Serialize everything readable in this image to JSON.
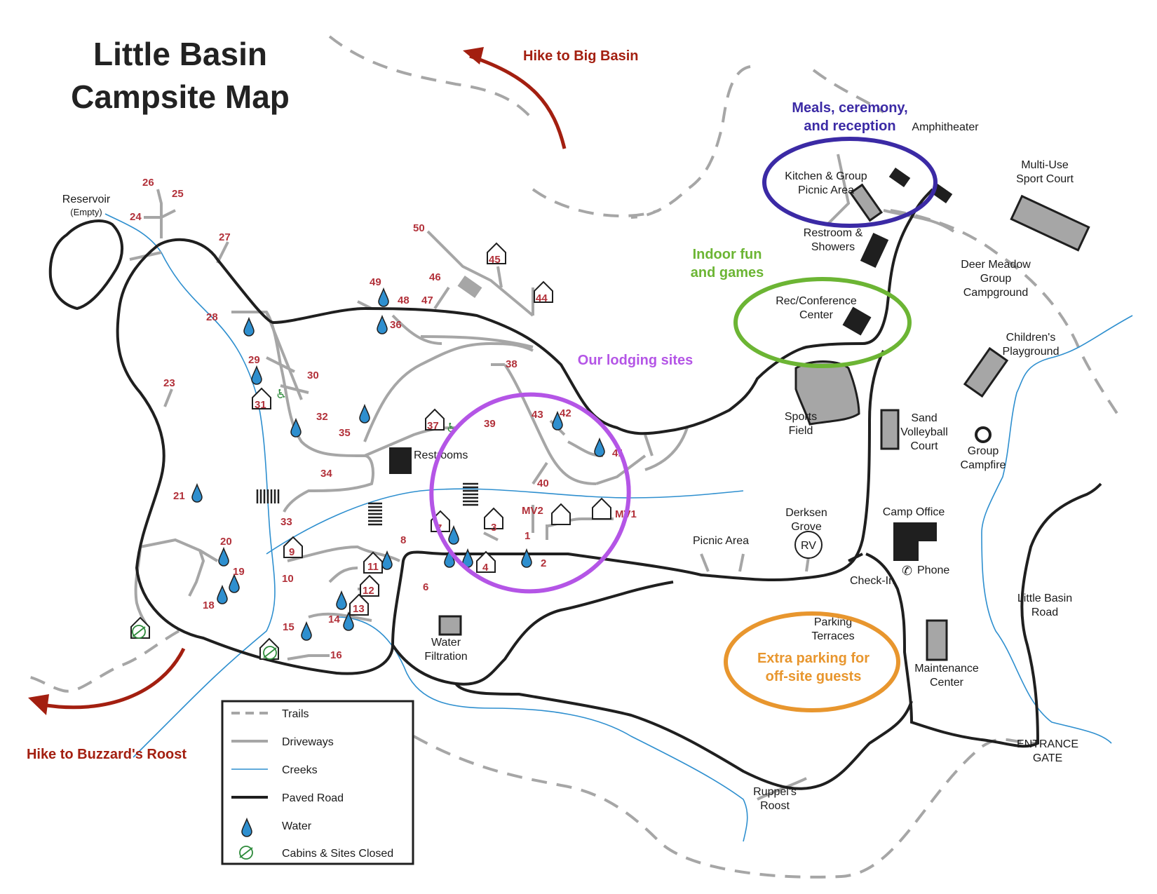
{
  "title": [
    "Little Basin",
    "Campsite Map"
  ],
  "hikes": {
    "big_basin": "Hike to Big Basin",
    "buzzards_roost": "Hike to Buzzard's Roost"
  },
  "annotations": {
    "meals": [
      "Meals, ceremony,",
      "and reception"
    ],
    "indoor": [
      "Indoor fun",
      "and games"
    ],
    "lodging": "Our lodging sites",
    "parking": [
      "Extra parking for",
      "off-site guests"
    ]
  },
  "annotation_colors": {
    "meals": "#3b2aa5",
    "indoor": "#6cb534",
    "lodging": "#b455e6",
    "parking": "#e8962e"
  },
  "places": {
    "reservoir": "Reservoir",
    "reservoir_note": "(Empty)",
    "amphitheater": "Amphitheater",
    "kitchen": [
      "Kitchen & Group",
      "Picnic Area"
    ],
    "multi_use": [
      "Multi-Use",
      "Sport Court"
    ],
    "restroom_showers": [
      "Restroom &",
      "Showers"
    ],
    "deer_meadow": [
      "Deer Meadow",
      "Group",
      "Campground"
    ],
    "rec_center": [
      "Rec/Conference",
      "Center"
    ],
    "childrens": [
      "Children's",
      "Playground"
    ],
    "sports_field": [
      "Sports",
      "Field"
    ],
    "volleyball": [
      "Sand",
      "Volleyball",
      "Court"
    ],
    "group_campfire": [
      "Group",
      "Campfire"
    ],
    "restrooms": "Restrooms",
    "derksen": [
      "Derksen",
      "Grove"
    ],
    "rv": "RV",
    "picnic_area": "Picnic Area",
    "camp_office": "Camp Office",
    "phone": "Phone",
    "check_in": "Check-In",
    "parking_terraces": [
      "Parking",
      "Terraces"
    ],
    "water_filtration": [
      "Water",
      "Filtration"
    ],
    "maintenance": [
      "Maintenance",
      "Center"
    ],
    "little_basin_road": [
      "Little Basin",
      "Road"
    ],
    "entrance_gate": [
      "ENTRANCE",
      "GATE"
    ],
    "ruppels_roost": [
      "Ruppel's",
      "Roost"
    ]
  },
  "site_numbers": [
    "1",
    "2",
    "3",
    "4",
    "6",
    "7",
    "8",
    "9",
    "10",
    "11",
    "12",
    "13",
    "14",
    "15",
    "16",
    "18",
    "19",
    "20",
    "21",
    "23",
    "24",
    "25",
    "26",
    "27",
    "28",
    "29",
    "30",
    "31",
    "32",
    "33",
    "34",
    "35",
    "36",
    "37",
    "38",
    "39",
    "40",
    "41",
    "42",
    "43",
    "44",
    "45",
    "46",
    "47",
    "48",
    "49",
    "50",
    "MV1",
    "MV2"
  ],
  "legend": [
    {
      "key": "trails",
      "label": "Trails"
    },
    {
      "key": "driveways",
      "label": "Driveways"
    },
    {
      "key": "creeks",
      "label": "Creeks"
    },
    {
      "key": "paved",
      "label": "Paved Road"
    },
    {
      "key": "water",
      "label": "Water"
    },
    {
      "key": "closed",
      "label": "Cabins & Sites Closed"
    }
  ],
  "colors": {
    "road": "#1f1f1f",
    "driveway": "#a6a6a6",
    "creek": "#2e8fcf",
    "site_number": "#b2313a",
    "water_drop": "#2e8fcf",
    "hike_arrow": "#a31f10"
  }
}
